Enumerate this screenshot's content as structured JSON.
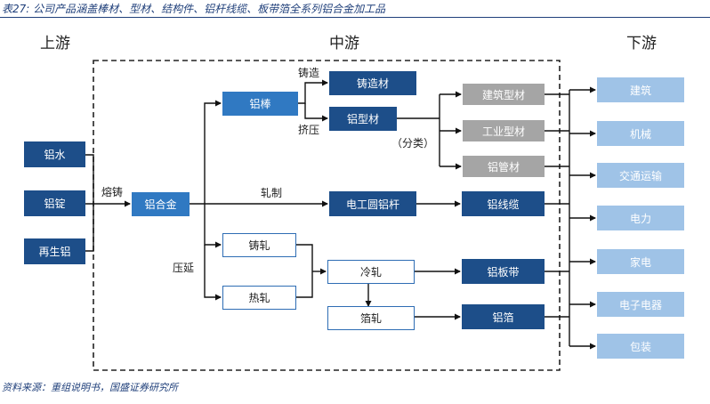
{
  "caption": "表27: 公司产品涵盖棒材、型材、结构件、铝杆线缆、板带箔全系列铝合金加工品",
  "source": "资料来源：重组说明书，国盛证券研究所",
  "headers": {
    "upstream": "上游",
    "midstream": "中游",
    "downstream": "下游"
  },
  "upstream": [
    "铝水",
    "铝锭",
    "再生铝"
  ],
  "midstream": {
    "alloy": "铝合金",
    "rod": "铝棒",
    "cast": "铸造材",
    "profile": "铝型材",
    "profile_types": [
      "建筑型材",
      "工业型材",
      "铝管材"
    ],
    "wire_rod": "电工圆铝杆",
    "cable": "铝线缆",
    "cast_roll": "铸轧",
    "hot_roll": "热轧",
    "cold_roll": "冷轧",
    "foil_roll": "箔轧",
    "strip": "铝板带",
    "foil": "铝箔"
  },
  "process_labels": {
    "casting": "熔铸",
    "casting2": "铸造",
    "extrusion": "挤压",
    "rolling": "轧制",
    "pressing": "压延",
    "classify": "（分类）"
  },
  "downstream": [
    "建筑",
    "机械",
    "交通运输",
    "电力",
    "家电",
    "电子电器",
    "包装"
  ]
}
